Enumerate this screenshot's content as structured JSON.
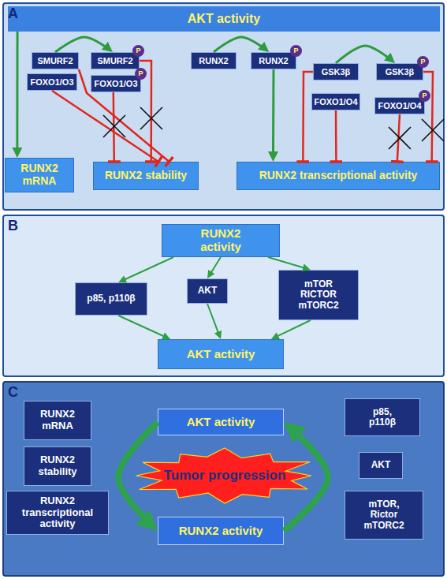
{
  "diagram": {
    "nodes": [
      {
        "text": [
          "A"
        ]
      },
      {
        "text": [
          "AKT activity"
        ],
        "in": 0
      },
      {
        "text": [
          "SMURF2"
        ],
        "in": 0
      },
      {
        "text": [
          "SMURF2"
        ],
        "in": 0
      },
      {
        "text": [
          "P"
        ],
        "in": 0
      },
      {
        "text": [
          "RUNX2"
        ],
        "in": 0
      },
      {
        "text": [
          "RUNX2"
        ],
        "in": 0
      },
      {
        "text": [
          "P"
        ],
        "in": 0
      },
      {
        "text": [
          "GSK3β"
        ],
        "in": 0
      },
      {
        "text": [
          "GSK3β"
        ],
        "in": 0
      },
      {
        "text": [
          "P"
        ],
        "in": 0
      },
      {
        "text": [
          "FOXO1/O3"
        ],
        "in": 0
      },
      {
        "text": [
          "FOXO1/O3"
        ],
        "in": 0
      },
      {
        "text": [
          "P"
        ],
        "in": 0
      },
      {
        "text": [
          "FOXO1/O4"
        ],
        "in": 0
      },
      {
        "text": [
          "FOXO1/O4"
        ],
        "in": 0
      },
      {
        "text": [
          "P"
        ],
        "in": 0
      },
      {
        "text": [
          "RUNX2 mRNA"
        ],
        "in": 0
      },
      {
        "text": [
          "RUNX2 stability"
        ],
        "in": 0
      },
      {
        "text": [
          "RUNX2 transcriptional activity"
        ],
        "in": 0
      },
      {
        "text": [
          "B"
        ]
      },
      {
        "text": [
          "RUNX2 activity"
        ],
        "in": 20
      },
      {
        "text": [
          "p85, p110β"
        ],
        "in": 20
      },
      {
        "text": [
          "AKT"
        ],
        "in": 20
      },
      {
        "text": [
          "mTOR RICTOR mTORC2"
        ],
        "in": 20
      },
      {
        "text": [
          "AKT activity"
        ],
        "in": 20
      },
      {
        "text": [
          "C"
        ]
      },
      {
        "text": [
          "RUNX2 mRNA"
        ],
        "in": 26
      },
      {
        "text": [
          "RUNX2 stability"
        ],
        "in": 26
      },
      {
        "text": [
          "RUNX2 transcriptional activity"
        ],
        "in": 26
      },
      {
        "text": [
          "AKT activity"
        ],
        "in": 26
      },
      {
        "text": [
          "Tumor progression"
        ],
        "in": 26
      },
      {
        "text": [
          "RUNX2 activity"
        ],
        "in": 26
      },
      {
        "text": [
          "p85, p110β"
        ],
        "in": 26
      },
      {
        "text": [
          "AKT"
        ],
        "in": 26
      },
      {
        "text": [
          "mTOR, Rictor mTORC2"
        ],
        "in": 26
      }
    ],
    "edges": [
      {
        "from": 1,
        "to": 17,
        "arrow": "to"
      },
      {
        "from": 2,
        "to": 3,
        "arrow": "to"
      },
      {
        "from": 5,
        "to": 6,
        "arrow": "to"
      },
      {
        "from": 8,
        "to": 9,
        "arrow": "to"
      },
      {
        "from": 11,
        "to": 18,
        "arrow": "to"
      },
      {
        "from": 2,
        "to": 18,
        "arrow": "to"
      },
      {
        "from": 12,
        "to": 18,
        "arrow": "to"
      },
      {
        "from": 3,
        "to": 18,
        "arrow": "to"
      },
      {
        "from": 6,
        "to": 19,
        "arrow": "to"
      },
      {
        "from": 14,
        "to": 19,
        "arrow": "to"
      },
      {
        "from": 8,
        "to": 19,
        "arrow": "to"
      },
      {
        "from": 15,
        "to": 19,
        "arrow": "to"
      },
      {
        "from": 9,
        "to": 19,
        "arrow": "to"
      },
      {
        "from": 21,
        "to": 22,
        "arrow": "to"
      },
      {
        "from": 21,
        "to": 23,
        "arrow": "to"
      },
      {
        "from": 21,
        "to": 24,
        "arrow": "to"
      },
      {
        "from": 22,
        "to": 25,
        "arrow": "to"
      },
      {
        "from": 23,
        "to": 25,
        "arrow": "to"
      },
      {
        "from": 24,
        "to": 25,
        "arrow": "to"
      },
      {
        "from": 30,
        "to": 32,
        "arrow": "to"
      },
      {
        "from": 32,
        "to": 30,
        "arrow": "to"
      }
    ]
  }
}
